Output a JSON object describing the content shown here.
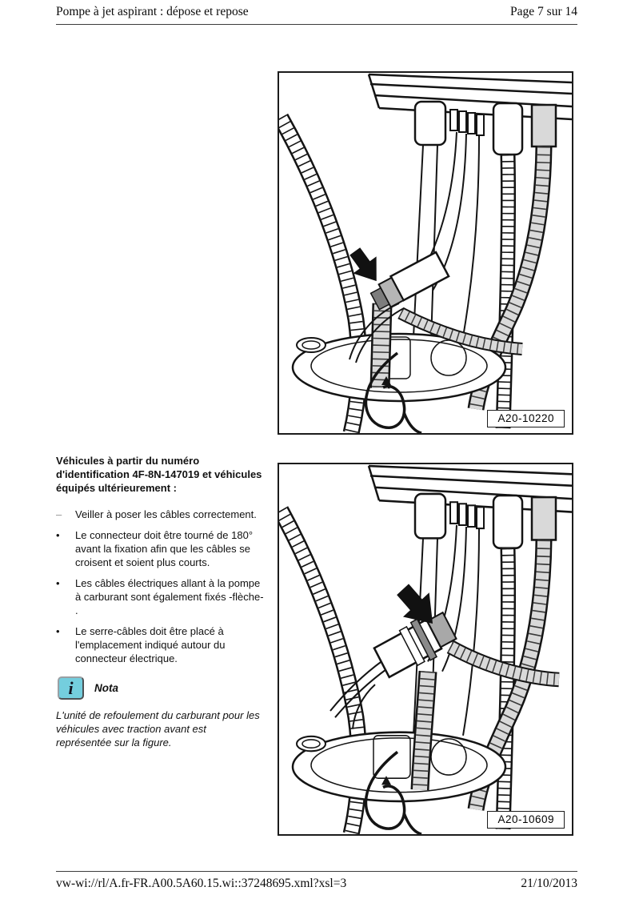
{
  "header": {
    "title": "Pompe à jet aspirant : dépose et repose",
    "page_label": "Page 7 sur 14"
  },
  "content": {
    "section_heading": "Véhicules à partir du numéro\nd'identification 4F-8N-147019 et véhicules\néquipés ultérieurement :",
    "items": [
      {
        "marker": "–",
        "text": "Veiller à poser les câbles correctement."
      },
      {
        "marker": "•",
        "text": "Le connecteur doit être tourné de 180°\navant la fixation afin que les câbles se\ncroisent et soient plus courts."
      },
      {
        "marker": "•",
        "text": "Les câbles électriques allant à la pompe\nà carburant sont également fixés -flèche-\n."
      },
      {
        "marker": "•",
        "text": "Le serre-câbles doit être placé à\nl'emplacement indiqué autour du\nconnecteur électrique."
      }
    ],
    "note": {
      "icon": "info-icon",
      "label": "Nota",
      "text": "L'unité de refoulement du carburant pour les\nvéhicules avec traction avant est\nreprésentée sur la figure."
    }
  },
  "figures": [
    {
      "id": "A20-10220",
      "alt": "fuel-delivery-unit-cable-routing"
    },
    {
      "id": "A20-10609",
      "alt": "fuel-delivery-unit-cable-tie-around-connector"
    }
  ],
  "footer": {
    "path": "vw-wi://rl/A.fr-FR.A00.5A60.15.wi::37248695.xml?xsl=3",
    "date": "21/10/2013"
  },
  "colors": {
    "note_icon_bg": "#74cede",
    "figure_shading": "#d9d9d9",
    "line": "#141414"
  }
}
